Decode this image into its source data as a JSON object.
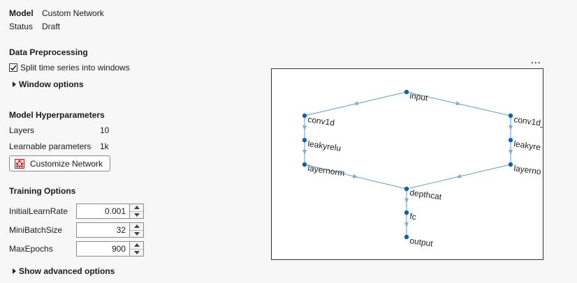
{
  "info": {
    "model_label": "Model",
    "model_value": "Custom Network",
    "status_label": "Status",
    "status_value": "Draft"
  },
  "preprocessing": {
    "title": "Data Preprocessing",
    "split_checkbox_label": "Split time series into windows",
    "split_checked": true,
    "window_options_label": "Window options"
  },
  "hyperparameters": {
    "title": "Model Hyperparameters",
    "layers_label": "Layers",
    "layers_value": "10",
    "learnable_label": "Learnable parameters",
    "learnable_value": "1k",
    "customize_button_label": "Customize Network",
    "customize_icon": "network-icon"
  },
  "training": {
    "title": "Training Options",
    "fields": [
      {
        "label": "InitialLearnRate",
        "value": "0.001"
      },
      {
        "label": "MiniBatchSize",
        "value": "32"
      },
      {
        "label": "MaxEpochs",
        "value": "900"
      }
    ],
    "advanced_label": "Show advanced options"
  },
  "graph": {
    "menu_label": "...",
    "edge_color": "#79aed6",
    "node_color": "#0d63ad",
    "nodes": [
      {
        "label": "input"
      },
      {
        "label": "conv1d"
      },
      {
        "label": "leakyrelu"
      },
      {
        "label": "layernorm"
      },
      {
        "label": "conv1d_"
      },
      {
        "label": "leakyre"
      },
      {
        "label": "layerno"
      },
      {
        "label": "depthcat"
      },
      {
        "label": "fc"
      },
      {
        "label": "output"
      }
    ]
  }
}
